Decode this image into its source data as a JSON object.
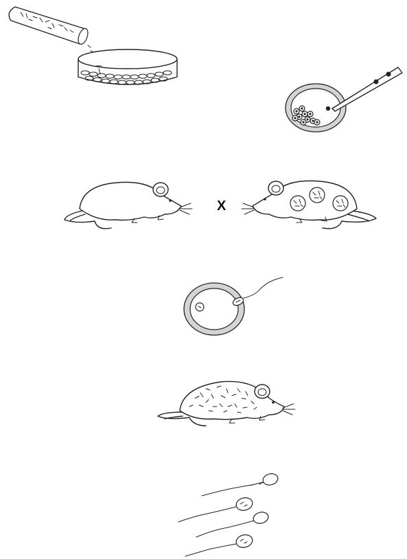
{
  "figure": {
    "cross_symbol": "X",
    "background": "#ffffff",
    "ink_color": "#222222",
    "zona_color": "#d4d4d4",
    "panels": [
      "es-cell-culture",
      "blastocyst-injection",
      "mouse-cross",
      "fertilized-egg",
      "chimeric-mouse",
      "sperm-cells"
    ]
  }
}
